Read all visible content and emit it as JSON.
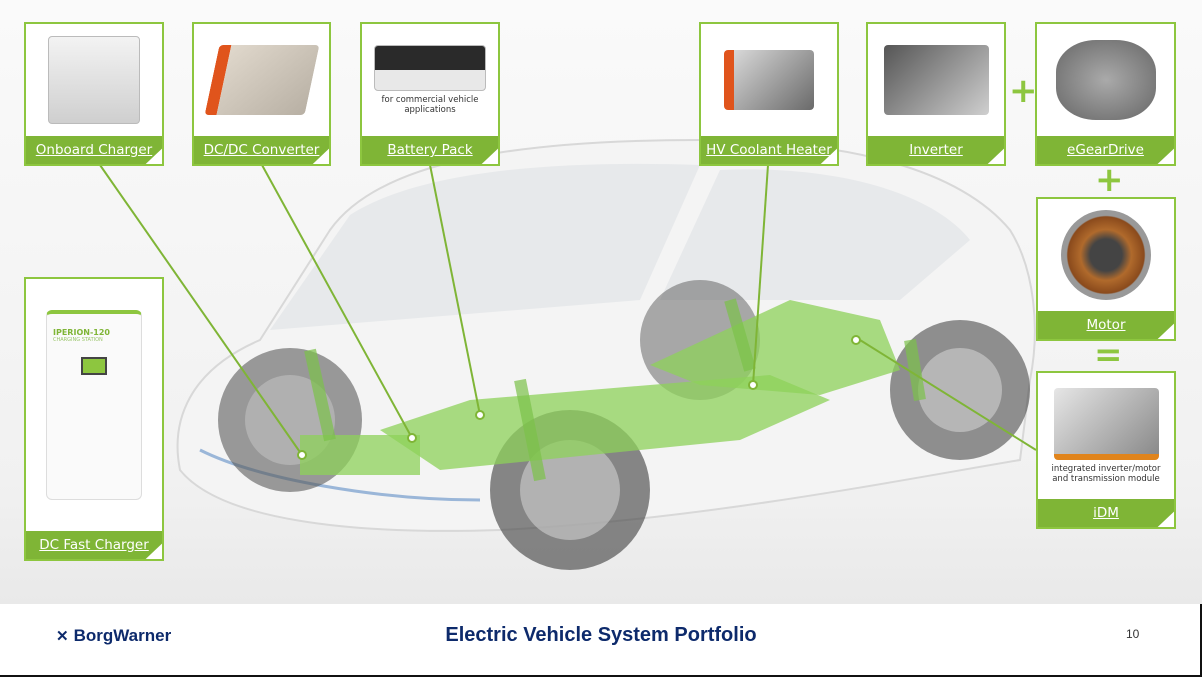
{
  "products": {
    "onboard_charger": "Onboard Charger",
    "dcdc_converter": "DC/DC Converter",
    "battery_pack": "Battery Pack",
    "battery_pack_caption": "for commercial vehicle applications",
    "hv_coolant_heater": "HV Coolant Heater",
    "inverter": "Inverter",
    "egeardrive": "eGearDrive",
    "motor": "Motor",
    "idm": "iDM",
    "idm_caption": "integrated inverter/motor and transmission module",
    "dc_fast_charger": "DC Fast Charger",
    "charger_screen_title": "IPERION-120",
    "charger_screen_sub": "CHARGING STATION"
  },
  "operators": {
    "plus": "+",
    "equals": "="
  },
  "footer": {
    "logo": "BorgWarner",
    "title": "Electric Vehicle System Portfolio",
    "page_number": "10"
  },
  "colors": {
    "accent_green": "#7fb536",
    "navy": "#0d2a6b"
  }
}
